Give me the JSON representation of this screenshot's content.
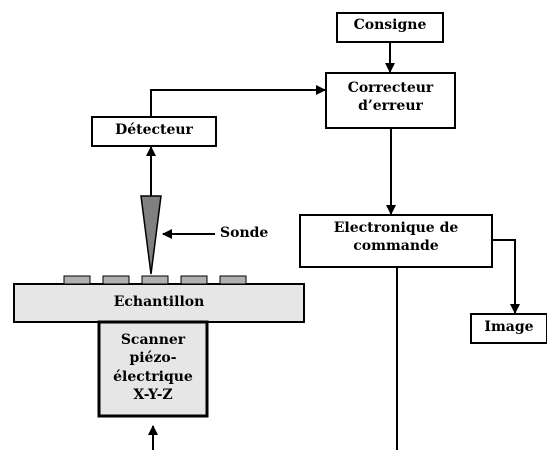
{
  "diagram": {
    "nodes": {
      "consigne": "Consigne",
      "correcteur": [
        "Correcteur",
        "d’erreur"
      ],
      "detecteur": "Détecteur",
      "electronique": [
        "Electronique de",
        "commande"
      ],
      "image": "Image",
      "echantillon": "Echantillon",
      "scanner": [
        "Scanner",
        "piézo-",
        "électrique",
        "X-Y-Z"
      ]
    },
    "labels": {
      "sonde": "Sonde"
    },
    "colors": {
      "line": "#000000",
      "box_fill": "#ffffff",
      "sample_fill": "#e6e6e6",
      "scanner_fill": "#e6e6e6",
      "probe_fill": "#808080",
      "surface_atoms_fill": "#b0b0b0"
    }
  }
}
